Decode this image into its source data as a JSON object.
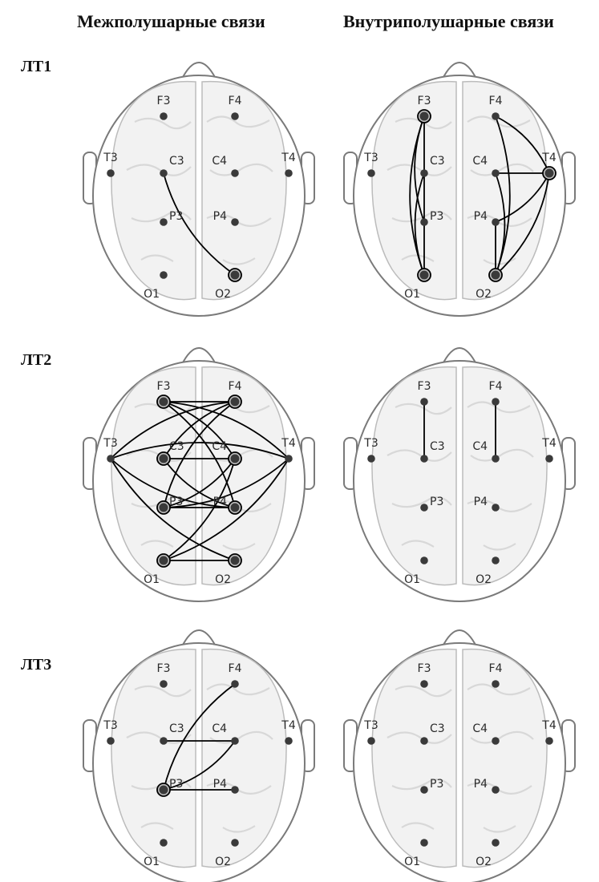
{
  "headers": {
    "inter": "Межполушарные связи",
    "intra": "Внутриполушарные связи"
  },
  "rows": [
    {
      "label": "ЛТ1"
    },
    {
      "label": "ЛТ2"
    },
    {
      "label": "ЛТ3"
    }
  ],
  "electrodes": [
    "F3",
    "F4",
    "T3",
    "C3",
    "C4",
    "T4",
    "P3",
    "P4",
    "O1",
    "O2"
  ],
  "panels": [
    {
      "id": "lt1-inter",
      "row": 0,
      "col": 0,
      "connections": [
        [
          "C3",
          "O2"
        ]
      ],
      "hubs": [
        "O2"
      ]
    },
    {
      "id": "lt1-intra",
      "row": 0,
      "col": 1,
      "connections": [
        [
          "F3",
          "C3"
        ],
        [
          "C3",
          "P3"
        ],
        [
          "P3",
          "O1"
        ],
        [
          "F3",
          "P3"
        ],
        [
          "F3",
          "O1"
        ],
        [
          "C3",
          "O1"
        ],
        [
          "F4",
          "T4"
        ],
        [
          "C4",
          "T4"
        ],
        [
          "P4",
          "T4"
        ],
        [
          "O2",
          "T4"
        ],
        [
          "F4",
          "O2"
        ],
        [
          "C4",
          "O2"
        ],
        [
          "P4",
          "O2"
        ]
      ],
      "hubs": [
        "F3",
        "O1",
        "T4",
        "O2"
      ]
    },
    {
      "id": "lt2-inter",
      "row": 1,
      "col": 0,
      "connections": [
        [
          "F3",
          "F4"
        ],
        [
          "C3",
          "C4"
        ],
        [
          "P3",
          "P4"
        ],
        [
          "O1",
          "O2"
        ],
        [
          "F3",
          "P4"
        ],
        [
          "F4",
          "P3"
        ],
        [
          "F3",
          "C4"
        ],
        [
          "F4",
          "C3"
        ],
        [
          "C3",
          "P4"
        ],
        [
          "C4",
          "P3"
        ],
        [
          "P3",
          "T4"
        ],
        [
          "O1",
          "T4"
        ],
        [
          "O2",
          "T3"
        ],
        [
          "T3",
          "T4"
        ],
        [
          "T3",
          "F4"
        ],
        [
          "T4",
          "F3"
        ],
        [
          "T3",
          "P4"
        ],
        [
          "O1",
          "C4"
        ]
      ],
      "hubs": [
        "F3",
        "F4",
        "C3",
        "C4",
        "P3",
        "P4",
        "O1",
        "O2"
      ]
    },
    {
      "id": "lt2-intra",
      "row": 1,
      "col": 1,
      "connections": [
        [
          "F3",
          "C3"
        ],
        [
          "F4",
          "C4"
        ]
      ],
      "hubs": []
    },
    {
      "id": "lt3-inter",
      "row": 2,
      "col": 0,
      "connections": [
        [
          "C3",
          "C4"
        ],
        [
          "P3",
          "P4"
        ],
        [
          "P3",
          "C4"
        ],
        [
          "P3",
          "F4"
        ]
      ],
      "hubs": [
        "P3"
      ]
    },
    {
      "id": "lt3-intra",
      "row": 2,
      "col": 1,
      "connections": [],
      "hubs": []
    }
  ],
  "colors": {
    "node": "#3a3a3a",
    "hub_ring": "#6a6a6a",
    "line": "#000000",
    "brain": "#f2f2f2",
    "outline": "#7a7a7a"
  }
}
